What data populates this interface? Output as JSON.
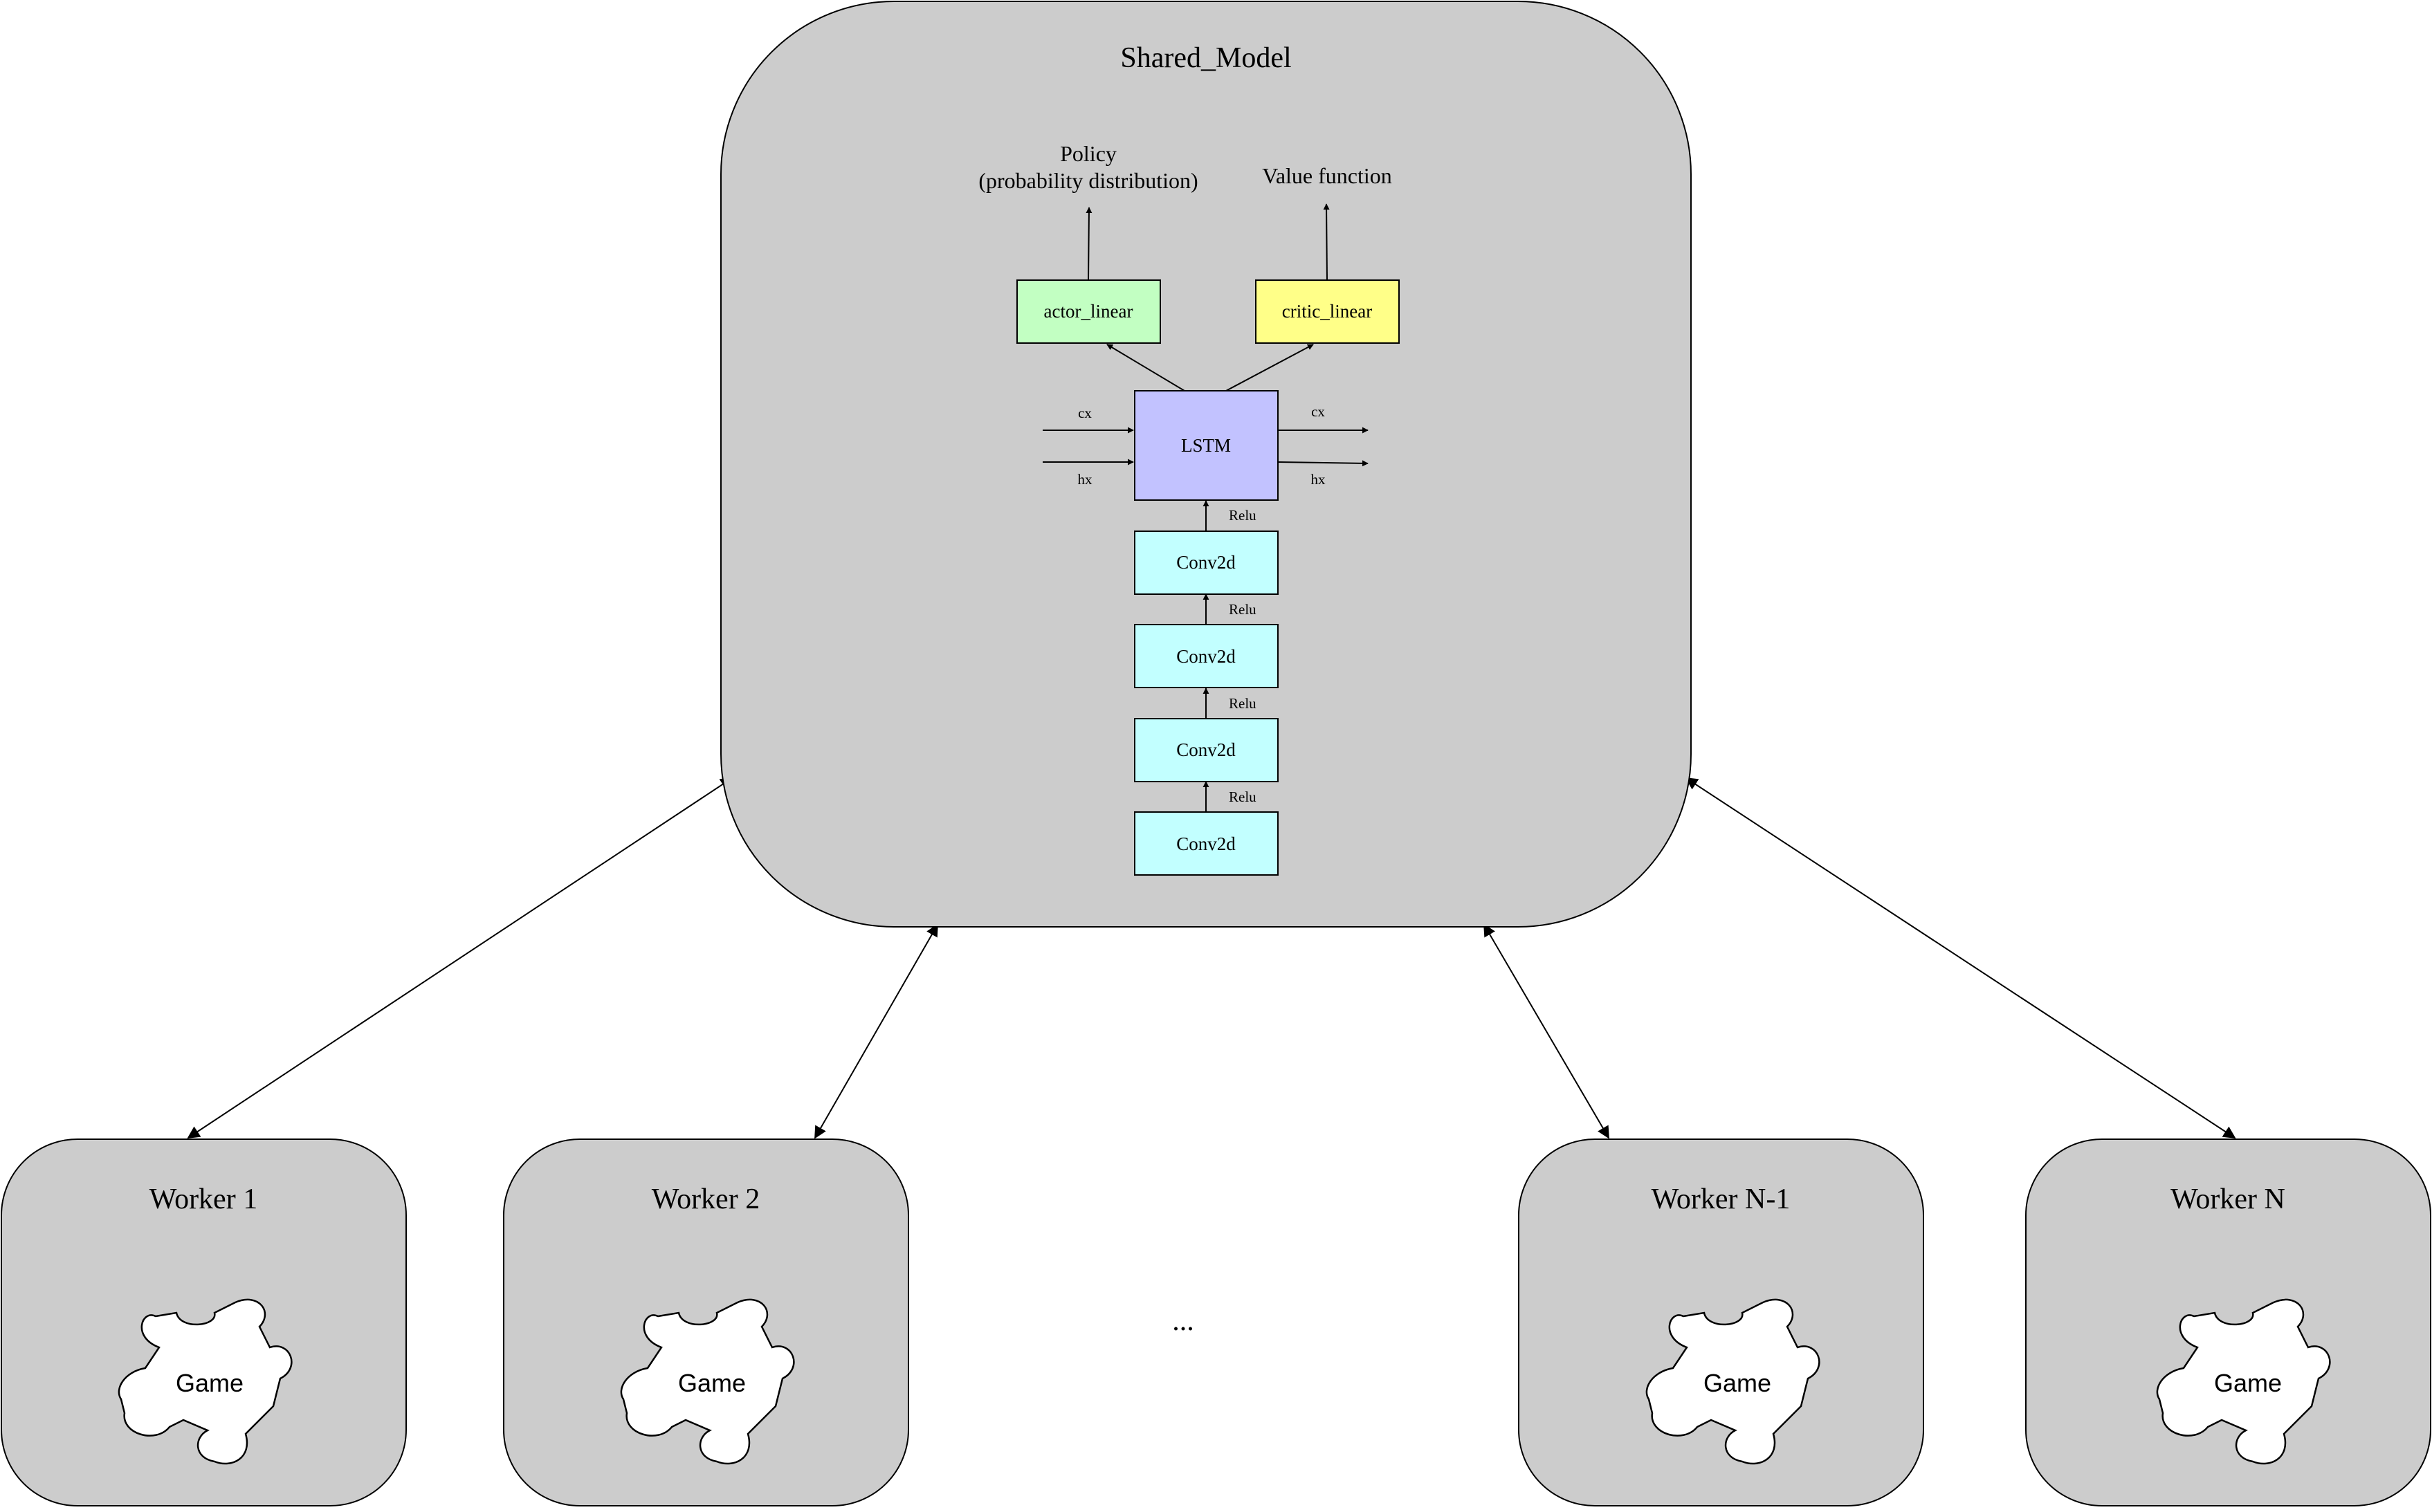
{
  "shared_model": {
    "title": "Shared_Model",
    "outputs": {
      "policy_line1": "Policy",
      "policy_line2": "(probability distribution)",
      "value": "Value function"
    },
    "nodes": {
      "actor": "actor_linear",
      "critic": "critic_linear",
      "lstm": "LSTM",
      "conv1": "Conv2d",
      "conv2": "Conv2d",
      "conv3": "Conv2d",
      "conv4": "Conv2d"
    },
    "labels": {
      "cx_in": "cx",
      "hx_in": "hx",
      "cx_out": "cx",
      "hx_out": "hx",
      "relu1": "Relu",
      "relu2": "Relu",
      "relu3": "Relu",
      "relu4": "Relu"
    },
    "colors": {
      "container": "#cccccc",
      "actor": "#c2ffc2",
      "critic": "#ffff88",
      "lstm": "#c2c2ff",
      "conv": "#c2ffff"
    }
  },
  "workers": [
    {
      "title": "Worker 1",
      "game_label": "Game"
    },
    {
      "title": "Worker 2",
      "game_label": "Game"
    },
    {
      "title": "Worker N-1",
      "game_label": "Game"
    },
    {
      "title": "Worker N",
      "game_label": "Game"
    }
  ],
  "ellipsis": "...",
  "icons": {
    "game": "puzzle-piece-icon"
  }
}
